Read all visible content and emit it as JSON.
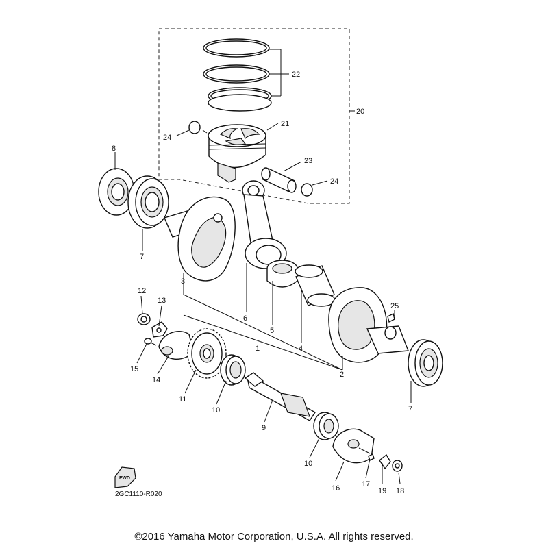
{
  "diagram": {
    "id": "2GC1110-R020",
    "fwd_label": "FWD",
    "copyright": "©2016 Yamaha Motor Corporation, U.S.A. All rights reserved."
  },
  "callouts": {
    "c1": "1",
    "c2": "2",
    "c3": "3",
    "c4": "4",
    "c5": "5",
    "c6": "6",
    "c7a": "7",
    "c7b": "7",
    "c8": "8",
    "c9": "9",
    "c10a": "10",
    "c10b": "10",
    "c11": "11",
    "c12": "12",
    "c13": "13",
    "c14": "14",
    "c15": "15",
    "c16": "16",
    "c17": "17",
    "c18": "18",
    "c19": "19",
    "c20": "20",
    "c21": "21",
    "c22": "22",
    "c23": "23",
    "c24a": "24",
    "c24b": "24",
    "c25": "25"
  }
}
